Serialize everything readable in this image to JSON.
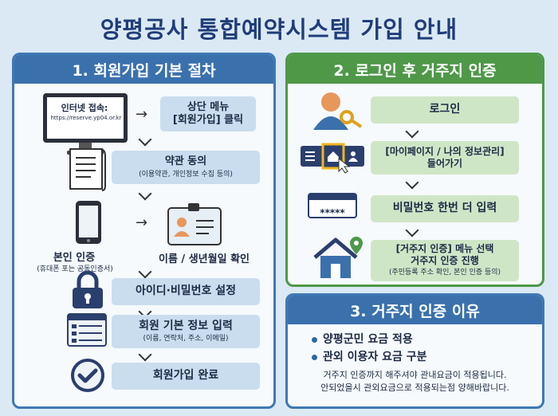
{
  "title": "양평공사 통합예약시스템 가입 안내",
  "section1": {
    "header": "1. 회원가입 기본 절차",
    "monitor_text": "인터넷 접속:",
    "monitor_url": "https://reserve.yp04.or.kr",
    "step1": {
      "line1": "상단 메뉴",
      "line2": "[회원가입] 클릭"
    },
    "step2": {
      "main": "약관 동의",
      "sub": "(이용약관, 개인정보 수집 등의)"
    },
    "step3": {
      "main": "본인 인증",
      "sub": "(휴대폰 포는 공동인증서)"
    },
    "step3_result": "이름 / 생년월일 확인",
    "step4": "아이디·비밀번호 설정",
    "step5": {
      "main": "회원 기본 정보 입력",
      "sub": "(이름, 연락처, 주소, 이메일)"
    },
    "step6": "회원가입 완료"
  },
  "section2": {
    "header": "2. 로그인 후 거주지 인증",
    "step1": "로그인",
    "step2": {
      "line1": "[마이페이지 / 나의 정보관리]",
      "line2": "들어가기"
    },
    "password_mask": "*****",
    "step3": "비밀번호 한번 더 입력",
    "step4": {
      "line1": "[거주지 인증] 메뉴 선택",
      "line2": "거주지 인증 진행",
      "sub": "(주민등록 주소 확인, 본인 인증 등의)"
    }
  },
  "section3": {
    "header": "3. 거주지 인증 이유",
    "bullets": [
      "양평군민 요금 적용",
      "관외 이용자 요금 구분"
    ],
    "note_line1": "거주지 인증까지 해주셔야 관내요금이 적용됩니다.",
    "note_line2": "안되었을시 관외요금으로 적용되는점 양해바랍니다."
  },
  "colors": {
    "accent_blue": "#3a71ad",
    "accent_green": "#4e9848",
    "title": "#1f3d7a"
  }
}
